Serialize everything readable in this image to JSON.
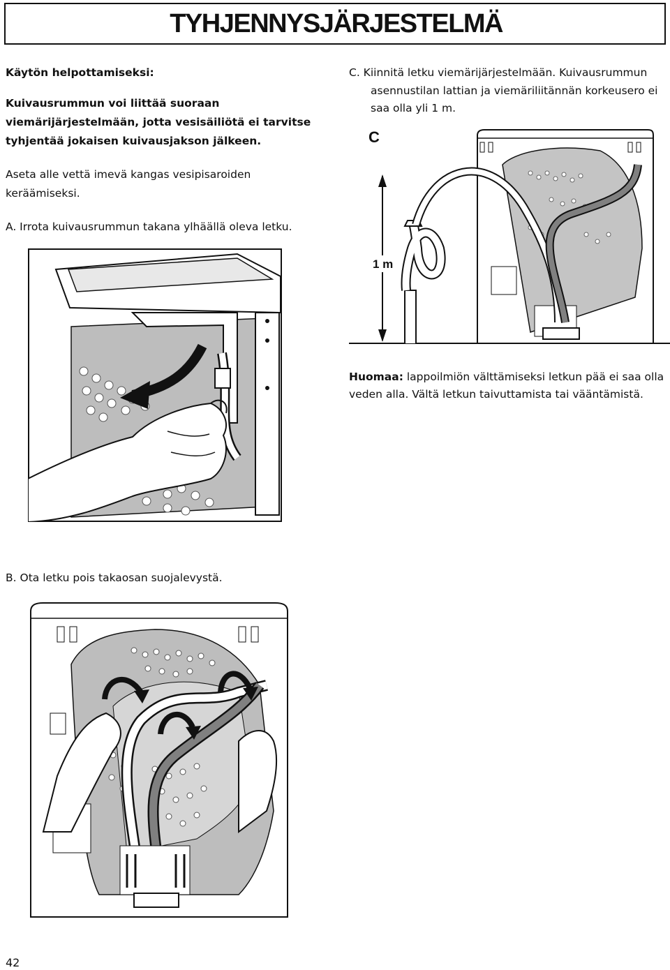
{
  "page": {
    "title": "TYHJENNYSJÄRJESTELMÄ",
    "page_number": "42"
  },
  "left": {
    "heading": "Käytön helpottamiseksi:",
    "intro_line1": "Kuivausrummun voi liittää suoraan",
    "intro_line2": "viemärijärjestelmään, jotta vesisäiliötä ei tarvitse",
    "intro_line3": "tyhjentää jokaisen kuivausjakson jälkeen.",
    "cloth_line1": "Aseta alle vettä imevä kangas vesipisaroiden",
    "cloth_line2": "keräämiseksi.",
    "step_a": "A.  Irrota kuivausrummun takana ylhäällä oleva letku.",
    "step_b": "B.  Ota letku pois takaosan suojalevystä."
  },
  "right": {
    "step_c_line1": "C.  Kiinnitä letku viemärijärjestelmään. Kuivausrummun",
    "step_c_line2": "asennustilan lattian ja viemäriliitännän korkeusero ei",
    "step_c_line3": "saa olla yli 1 m.",
    "figure_label": "C",
    "height_label": "1 m",
    "note_label": "Huomaa:",
    "note_line1_rest": " lappoilmiön välttämiseksi letkun pää ei saa olla",
    "note_line2": "veden alla. Vältä letkun taivuttamista tai vääntämistä."
  }
}
